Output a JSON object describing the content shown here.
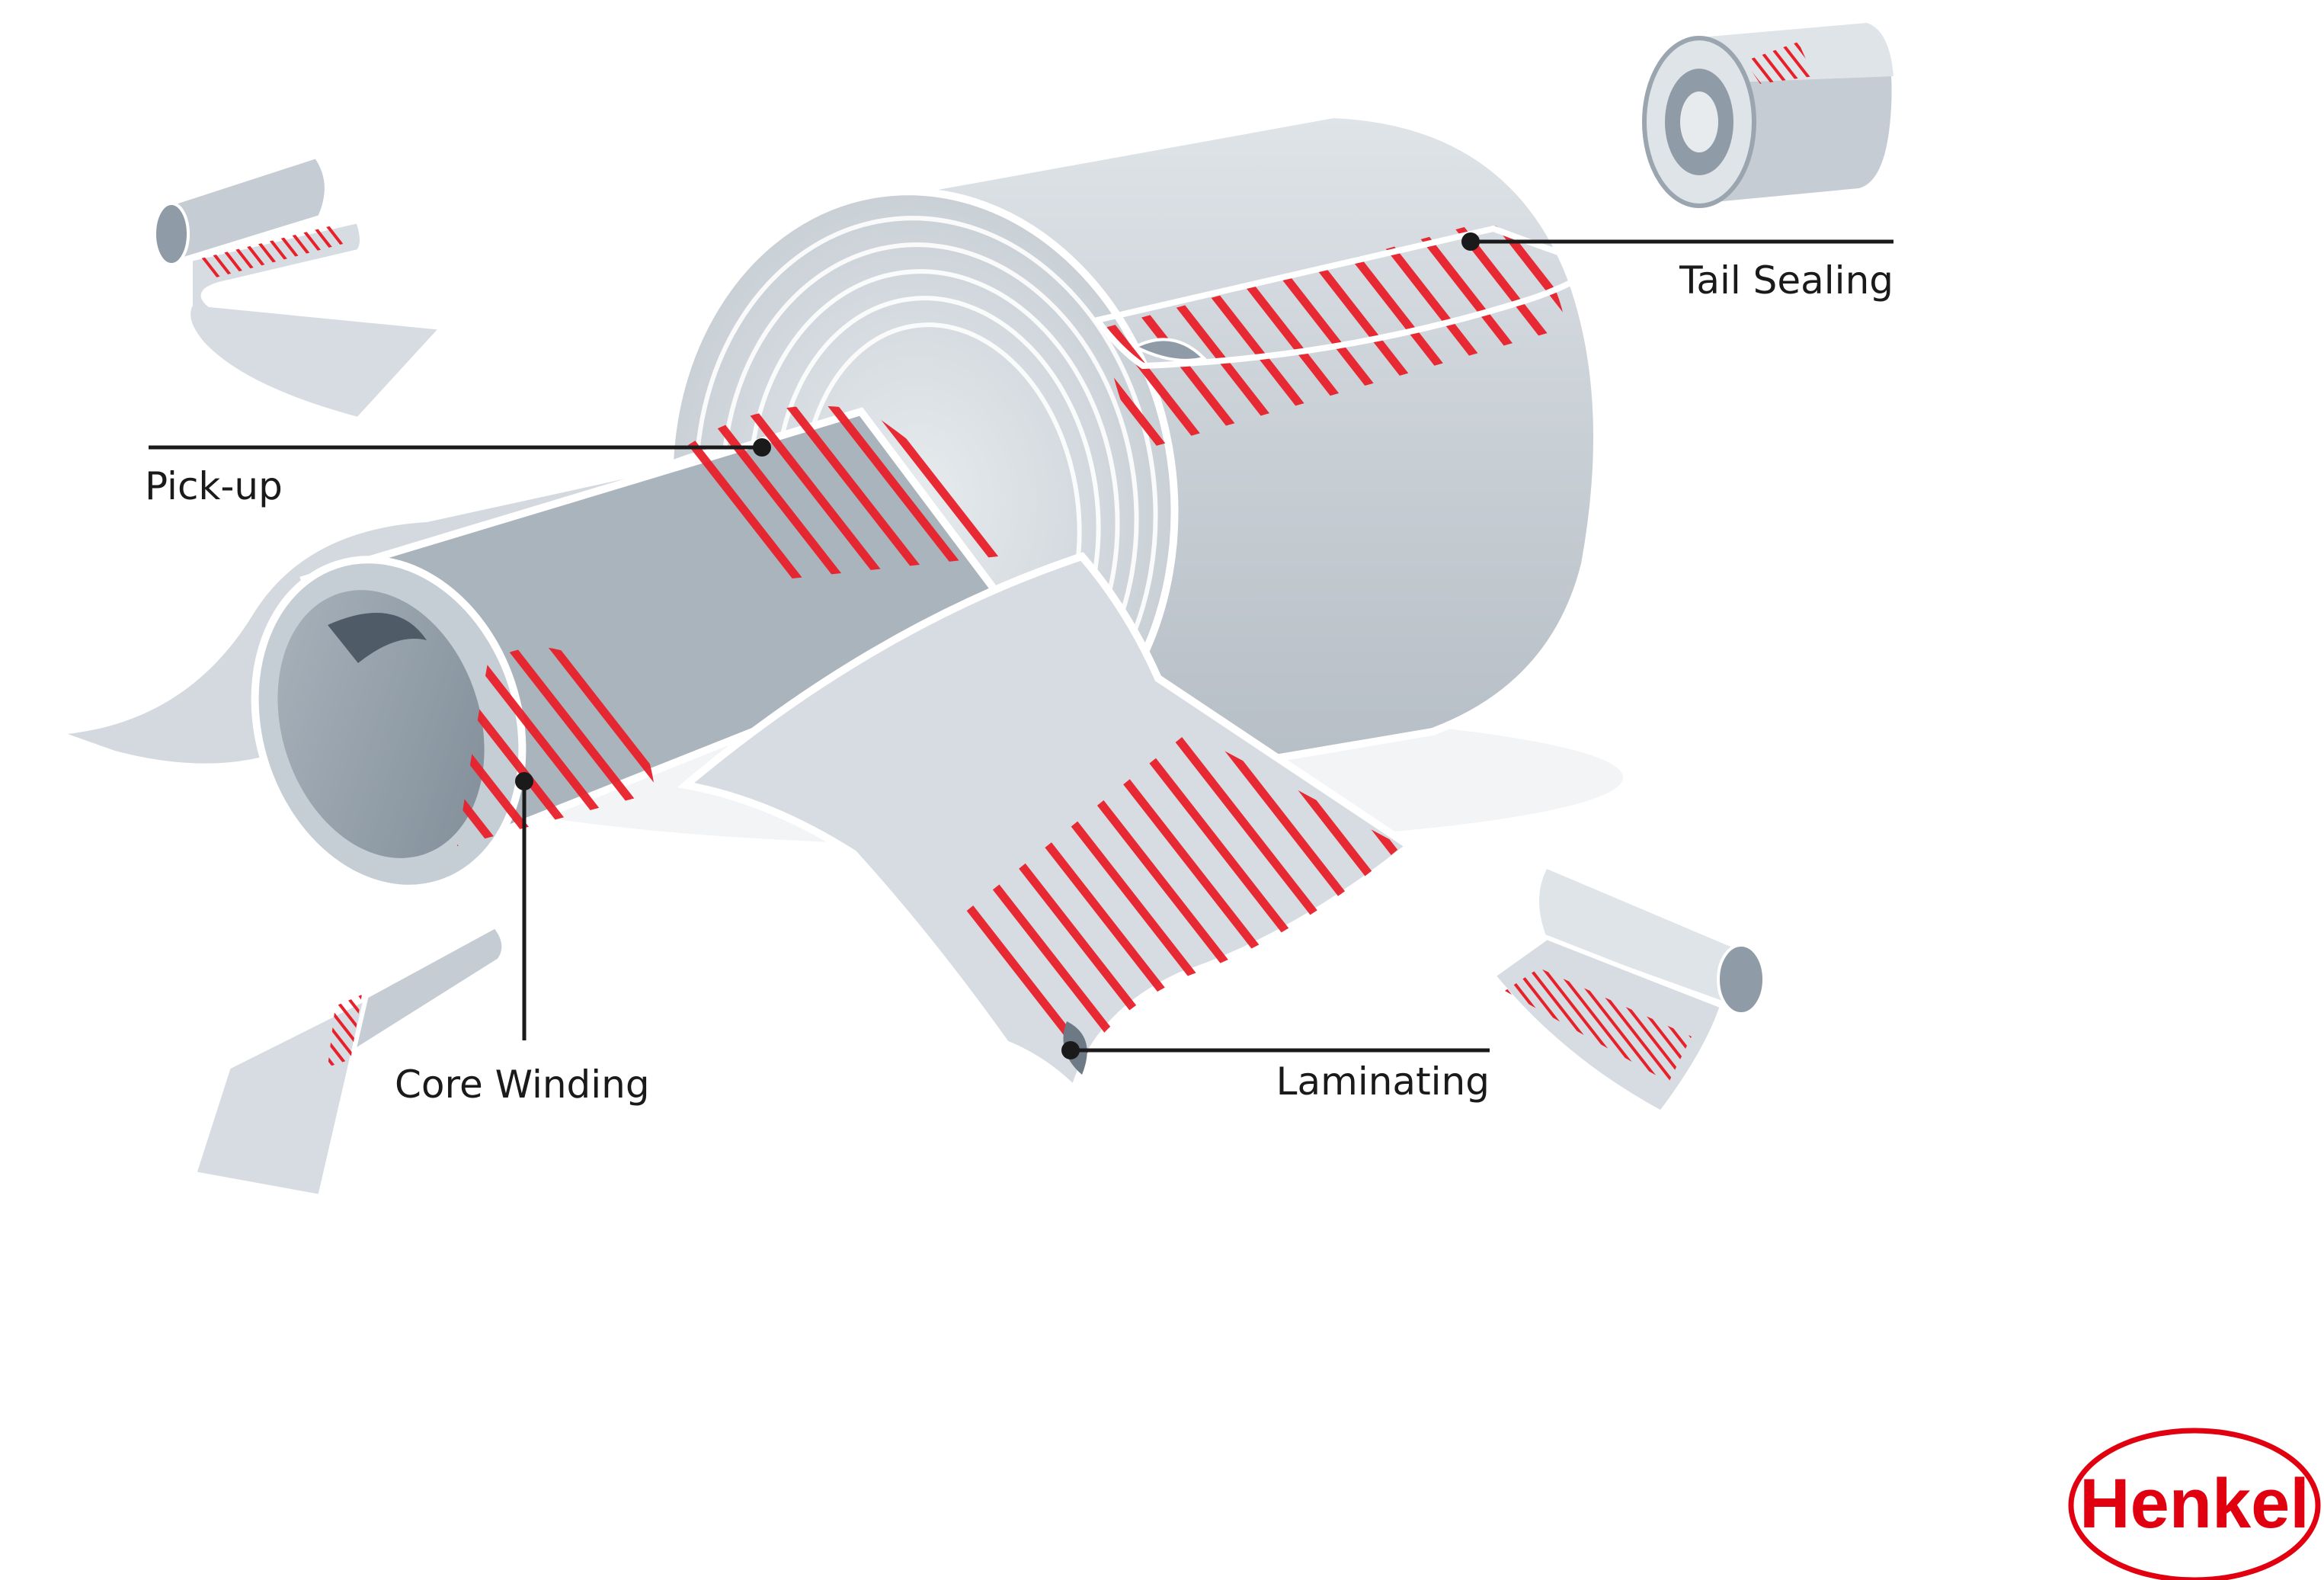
{
  "labels": {
    "tail_sealing": "Tail Sealing",
    "pick_up": "Pick-up",
    "core_winding": "Core Winding",
    "laminating": "Laminating"
  },
  "brand": {
    "name": "Henkel",
    "color": "#e1000f"
  },
  "colors": {
    "film_light": "#d9dee3",
    "film_mid": "#c5ccd3",
    "film_dark": "#8f9ba6",
    "film_deep": "#6d7a86",
    "adhesive": "#e8202a",
    "leader_line": "#1a1a1a"
  },
  "icons": [
    "tail-sealing-mini-roll-icon",
    "pick-up-mini-roll-icon",
    "core-winding-mini-strip-icon",
    "laminating-mini-roll-icon"
  ]
}
